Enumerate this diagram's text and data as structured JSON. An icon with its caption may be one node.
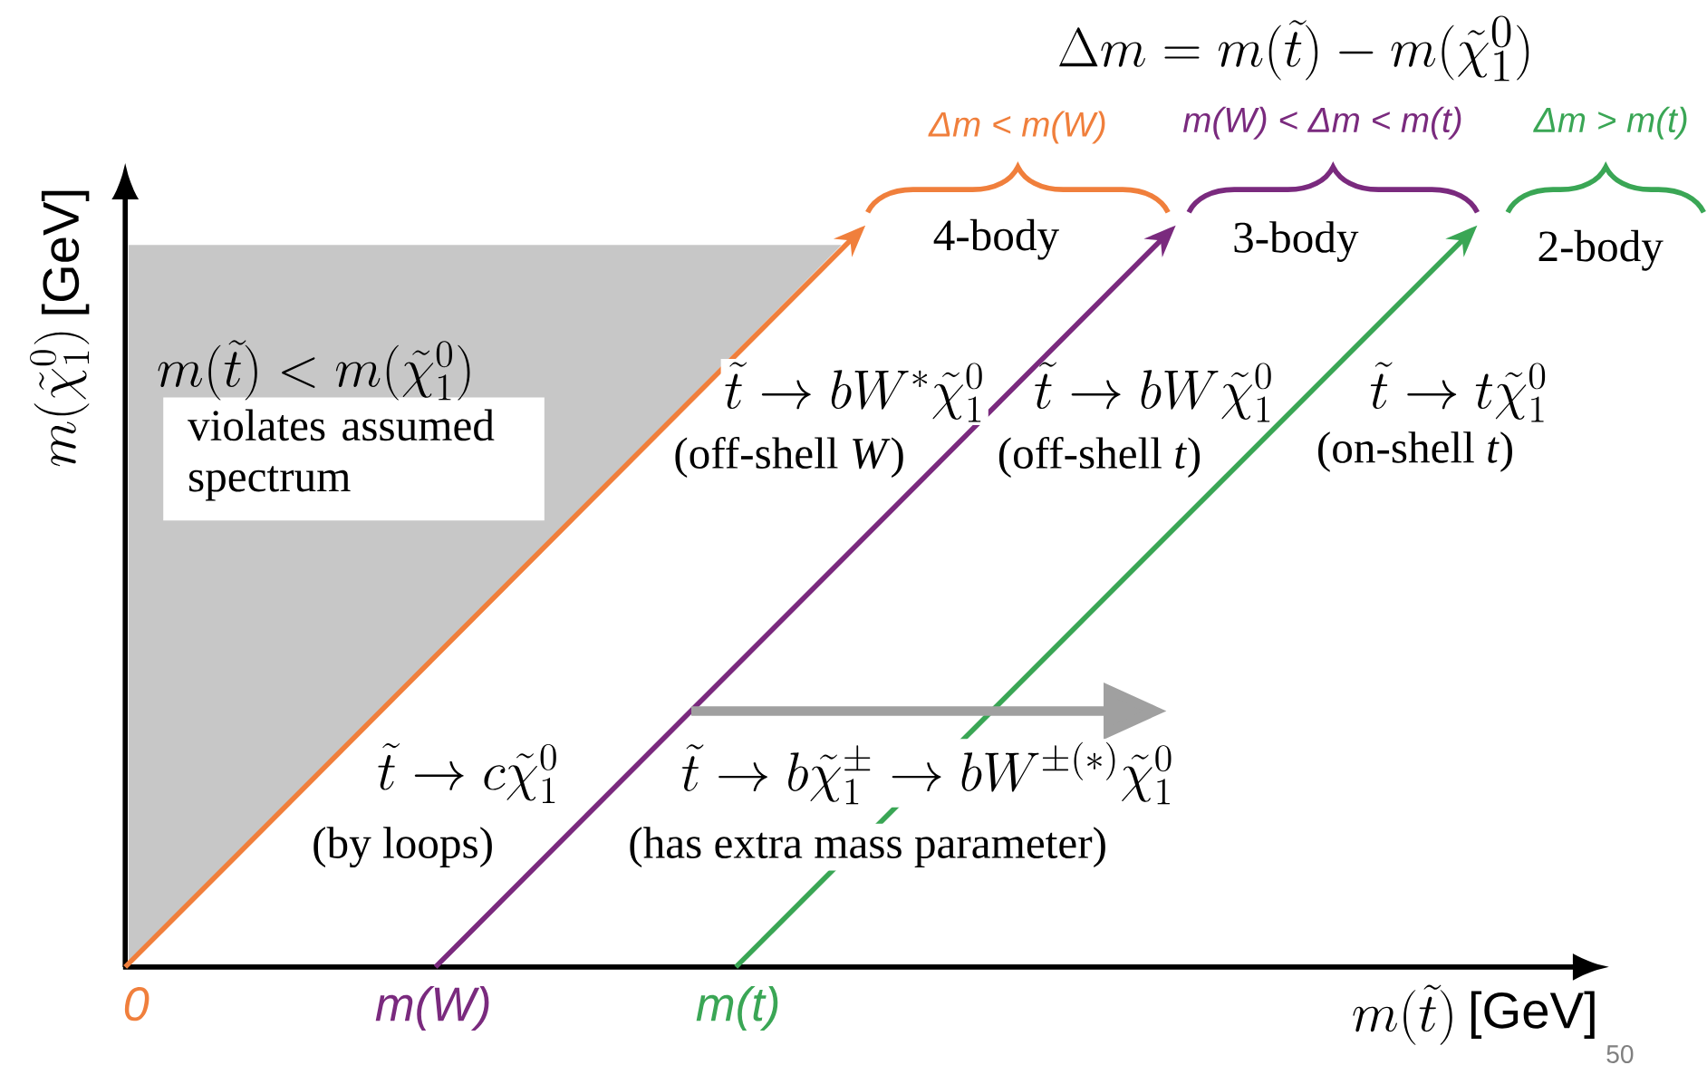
{
  "diagram": {
    "title": "\\Delta m = m(\\tilde{t}) - m(\\tilde{\\chi}_1^0)",
    "labels": [
      "Δm < m(W)",
      "m(W) < Δm < m(t)",
      "Δm > m(t)",
      "4-body",
      "3-body",
      "2-body",
      "m(\\tilde{\\chi}_1^0)",
      "[GeV]",
      "m(\\tilde{t}) < m(\\tilde{\\chi}_1^0)",
      "violates assumed spectrum",
      "\\tilde{t} \\to bW^{*}\\tilde{\\chi}_1^0",
      "\\tilde{t} \\to bW\\tilde{\\chi}_1^0",
      "\\tilde{t} \\to t\\tilde{\\chi}_1^0",
      "(off-shell *W*)",
      "(off-shell *t*)",
      "(on-shell *t*)",
      "\\tilde{t} \\to c\\tilde{\\chi}_1^0",
      "\\tilde{t} \\to b\\tilde{\\chi}_1^{\\pm} \\to bW^{\\pm(*)}\\tilde{\\chi}_1^0",
      "(by loops)",
      "(has extra mass parameter)",
      "0",
      "m(W)",
      "m(t)",
      "m(\\tilde{t})",
      "[GeV]",
      "50"
    ]
  }
}
